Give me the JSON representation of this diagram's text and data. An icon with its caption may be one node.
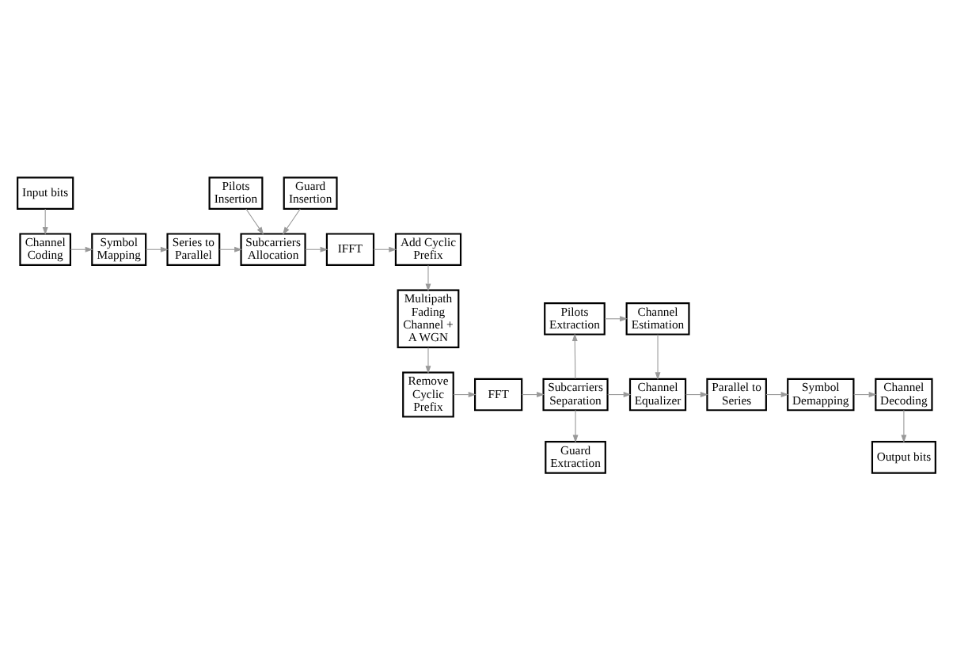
{
  "diagram": {
    "nodes": [
      {
        "text": [
          "Input bits"
        ]
      },
      {
        "text": [
          "Channel Coding"
        ]
      },
      {
        "text": [
          "Symbol Mapping"
        ]
      },
      {
        "text": [
          "Series to Parallel"
        ]
      },
      {
        "text": [
          "Pilots Insertion"
        ]
      },
      {
        "text": [
          "Subcarriers Allocation"
        ]
      },
      {
        "text": [
          "Guard Insertion"
        ]
      },
      {
        "text": [
          "IFFT"
        ]
      },
      {
        "text": [
          "Add Cyclic Prefix"
        ]
      },
      {
        "text": [
          "Multipath Fading Channel + A WGN"
        ]
      },
      {
        "text": [
          "Channel Estimation"
        ]
      },
      {
        "text": [
          "Pilots Extraction"
        ]
      },
      {
        "text": [
          "Channel Decoding"
        ]
      },
      {
        "text": [
          "Symbol Demapping"
        ]
      },
      {
        "text": [
          "Parallel to Series"
        ]
      },
      {
        "text": [
          "Channel Equalizer"
        ]
      },
      {
        "text": [
          "Subcarriers Separation"
        ]
      },
      {
        "text": [
          "FFT"
        ]
      },
      {
        "text": [
          "Remove Cyclic Prefix"
        ]
      },
      {
        "text": [
          "Output bits"
        ]
      },
      {
        "text": [
          "Guard Extraction"
        ]
      }
    ],
    "edges": [
      {
        "from": 0,
        "to": 1,
        "arrow": "to"
      },
      {
        "from": 1,
        "to": 2,
        "arrow": "to"
      },
      {
        "from": 2,
        "to": 3,
        "arrow": "to"
      },
      {
        "from": 3,
        "to": 5,
        "arrow": "to"
      },
      {
        "from": 4,
        "to": 5,
        "arrow": "to"
      },
      {
        "from": 6,
        "to": 5,
        "arrow": "to"
      },
      {
        "from": 5,
        "to": 7,
        "arrow": "to"
      },
      {
        "from": 7,
        "to": 8,
        "arrow": "to"
      },
      {
        "from": 8,
        "to": 9,
        "arrow": "to"
      },
      {
        "from": 9,
        "to": 18,
        "arrow": "to"
      },
      {
        "from": 18,
        "to": 17,
        "arrow": "to"
      },
      {
        "from": 17,
        "to": 16,
        "arrow": "to"
      },
      {
        "from": 16,
        "to": 11,
        "arrow": "to"
      },
      {
        "from": 11,
        "to": 10,
        "arrow": "to"
      },
      {
        "from": 10,
        "to": 15,
        "arrow": "to"
      },
      {
        "from": 16,
        "to": 15,
        "arrow": "to"
      },
      {
        "from": 15,
        "to": 14,
        "arrow": "to"
      },
      {
        "from": 14,
        "to": 13,
        "arrow": "to"
      },
      {
        "from": 13,
        "to": 12,
        "arrow": "to"
      },
      {
        "from": 12,
        "to": 19,
        "arrow": "to"
      },
      {
        "from": 16,
        "to": 20,
        "arrow": "to"
      }
    ]
  }
}
